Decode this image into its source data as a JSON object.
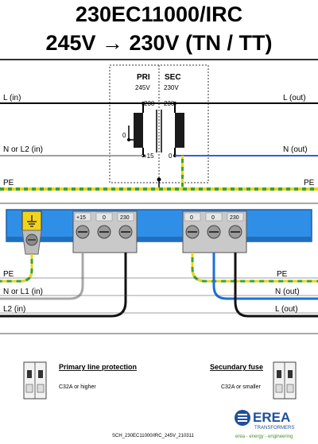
{
  "header": {
    "title_line1": "230EC11000/IRC",
    "title_line2": "245V → 230V (TN / TT)"
  },
  "transformer": {
    "pri_label": "PRI",
    "pri_voltage": "245V",
    "sec_label": "SEC",
    "sec_voltage": "230V",
    "pri_tap_230": "230",
    "pri_tap_0": "0",
    "pri_tap_plus15": "+15",
    "sec_tap_230": "230",
    "sec_tap_0": "0"
  },
  "lines": {
    "l_in": "L (in)",
    "l_out": "L (out)",
    "n_in": "N or L2 (in)",
    "n_out": "N (out)",
    "pe_left": "PE",
    "pe_right": "PE"
  },
  "terminals": {
    "pri": [
      "+15",
      "0",
      "230"
    ],
    "sec": [
      "0",
      "0",
      "230"
    ]
  },
  "wiring": {
    "pe_left": "PE",
    "n_or_l1_in": "N or L1 (in)",
    "l2_in": "L2 (in)",
    "pe_right": "PE",
    "n_out": "N (out)",
    "l_out": "L (out)"
  },
  "protection": {
    "primary_title": "Primary line protection",
    "primary_rating": "C32A or higher",
    "secondary_title": "Secundary fuse",
    "secondary_rating": "C32A or smaller"
  },
  "logo": {
    "name": "EREA",
    "subtitle": "TRANSFORMERS",
    "tagline": "erea - energy - engineering"
  },
  "footer": {
    "doc_code": "SCH_230EC11000/IRC_245V_210311"
  },
  "colors": {
    "phase": "#000000",
    "neutral_in": "#a0a0a0",
    "neutral_out": "#3b5bdb",
    "pe_green": "#3aa335",
    "pe_yellow": "#e8d81c",
    "din_rail": "#2f8fe6",
    "brand_blue": "#1e4f9c"
  }
}
